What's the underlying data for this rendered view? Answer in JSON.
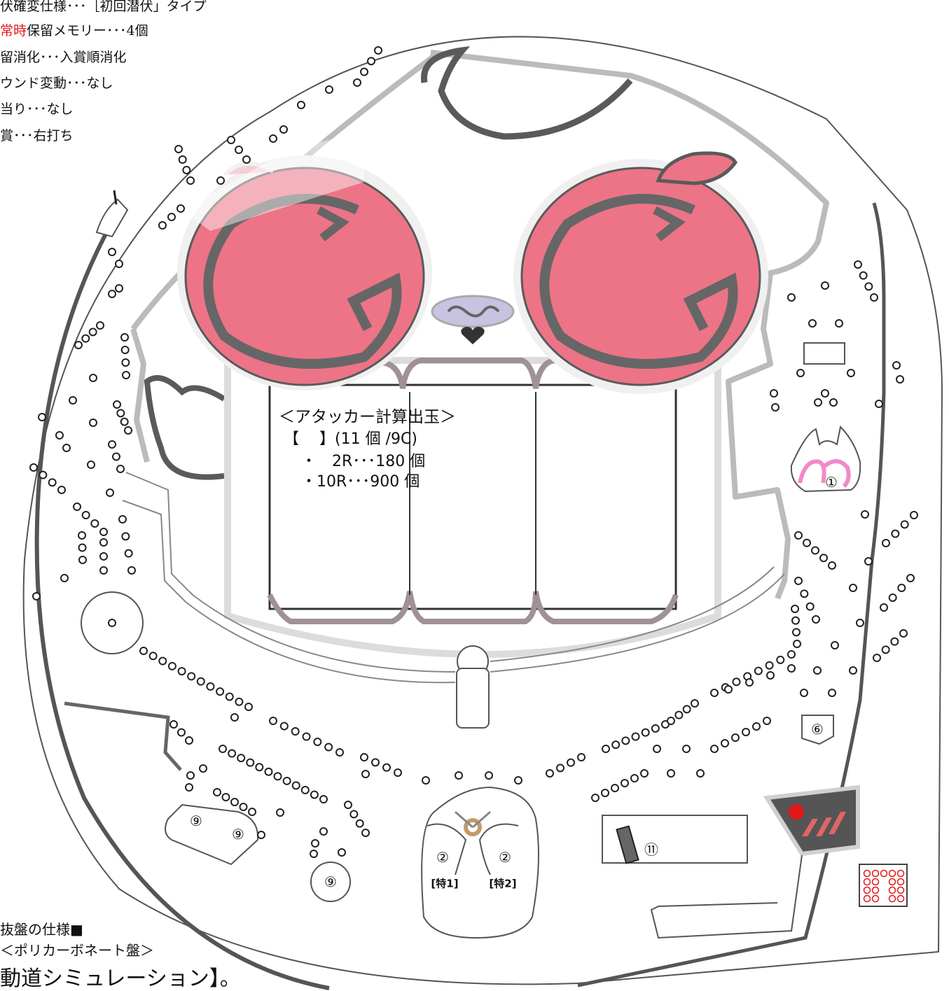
{
  "spec_lines": [
    {
      "prefix": "",
      "emphasis": "",
      "text": "伏確変仕様･･･［初回潜伏」タイプ"
    },
    {
      "prefix": "",
      "emphasis": "常時",
      "text": "保留メモリー･･･4個"
    },
    {
      "prefix": "",
      "emphasis": "",
      "text": "留消化･･･入賞順消化"
    },
    {
      "prefix": "",
      "emphasis": "",
      "text": "ウンド変動･･･なし"
    },
    {
      "prefix": "",
      "emphasis": "",
      "text": "当り･･･なし"
    },
    {
      "prefix": "",
      "emphasis": "",
      "text": "賞･･･右打ち"
    }
  ],
  "attacker_calc": {
    "title": "＜アタッカー計算出玉＞",
    "line1": "【　 】(11 個 /9C)",
    "line2": "・　2R･･･180 個",
    "line3": "・10R･･･900 個"
  },
  "labels": {
    "pocket_1": "①",
    "pocket_6": "⑥",
    "pocket_11": "⑪",
    "start_left": "②",
    "start_right": "②",
    "toku1": "[特1]",
    "toku2": "[特2]",
    "nine_a": "⑨",
    "nine_b": "⑨",
    "nine_c": "⑨"
  },
  "bottom": {
    "spec_title": "抜盤の仕様■",
    "material": "＜ポリカーボネート盤＞",
    "simulation": "動道シミュレーション】。"
  },
  "colors": {
    "apple_fill": "#ec7486",
    "apple_outline": "#666666",
    "rail": "#bdbdbd",
    "dark_rail": "#5a5a5a",
    "frame": "#a09098",
    "accent_red": "#e01818",
    "pink_logo": "#f08ac8",
    "device_dark": "#555555"
  }
}
